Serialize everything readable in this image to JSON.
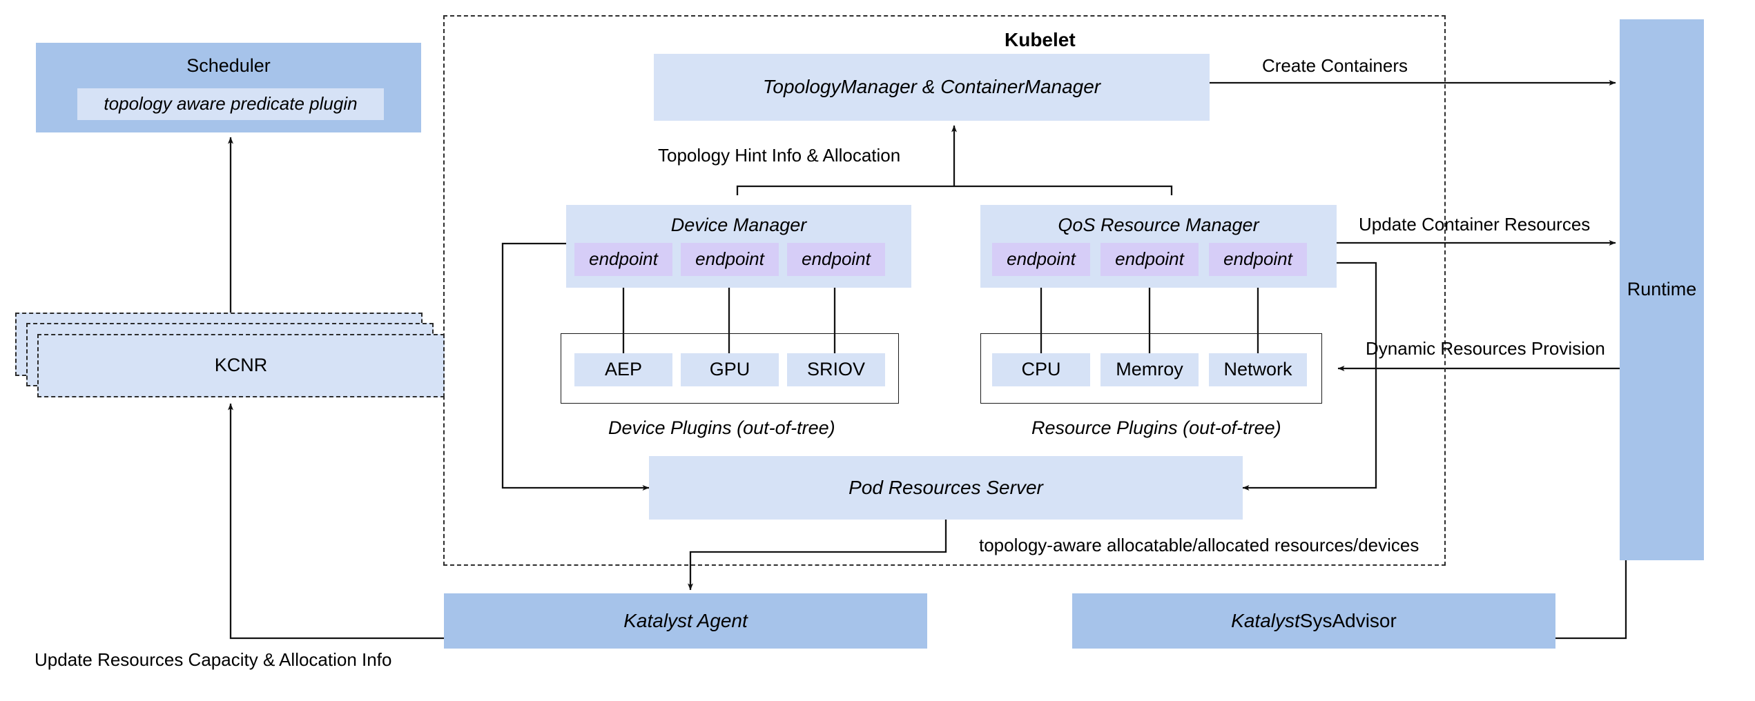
{
  "diagram": {
    "title_kubelet": "Kubelet",
    "scheduler": {
      "title": "Scheduler",
      "plugin": "topology aware predicate plugin"
    },
    "kcnr": {
      "label": "KCNR"
    },
    "kubelet": {
      "topology_manager": "TopologyManager & ContainerManager",
      "device_manager": {
        "title": "Device Manager",
        "endpoints": [
          "endpoint",
          "endpoint",
          "endpoint"
        ],
        "plugins": [
          "AEP",
          "GPU",
          "SRIOV"
        ],
        "caption": "Device Plugins (out-of-tree)"
      },
      "qos_resource_manager": {
        "title": "QoS Resource Manager",
        "endpoints": [
          "endpoint",
          "endpoint",
          "endpoint"
        ],
        "plugins": [
          "CPU",
          "Memroy",
          "Network"
        ],
        "caption": "Resource Plugins (out-of-tree)"
      },
      "pod_resources_server": "Pod Resources Server"
    },
    "runtime": {
      "label": "Runtime"
    },
    "katalyst_agent": {
      "label": "Katalyst Agent"
    },
    "katalyst_sysadvisor": {
      "label_italic": "Katalyst",
      "label_plain": " SysAdvisor"
    },
    "edge_labels": {
      "topology_hint": "Topology Hint Info & Allocation",
      "create_containers": "Create Containers",
      "update_container_resources": "Update Container Resources",
      "dynamic_resources_provision": "Dynamic Resources Provision",
      "topology_aware_resources": "topology-aware allocatable/allocated resources/devices",
      "update_resources_capacity": "Update Resources Capacity & Allocation Info"
    },
    "colors": {
      "fill_dark": "#a6c3ea",
      "fill_light": "#d6e2f6",
      "fill_purple": "#d6cdf7",
      "stroke": "#1a1a1a",
      "text": "#000000"
    }
  }
}
